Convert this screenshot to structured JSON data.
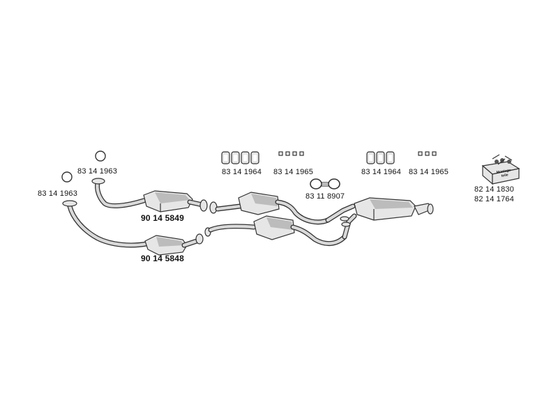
{
  "parts": {
    "seal_front_upper": "83 14 1963",
    "seal_front_lower": "83 14 1963",
    "catalyst_upper": "90 14 5849",
    "catalyst_lower": "90 14 5848",
    "rubber_mount_1": "83 14 1964",
    "clamp_1": "83 14 1965",
    "connector": "83 11 8907",
    "rubber_mount_2": "83 14 1964",
    "clamp_2": "83 14 1965",
    "kit_1": "82 14 1830",
    "kit_2": "82 14 1764"
  },
  "kit_box_label": [
    "Montage-",
    "teile"
  ]
}
